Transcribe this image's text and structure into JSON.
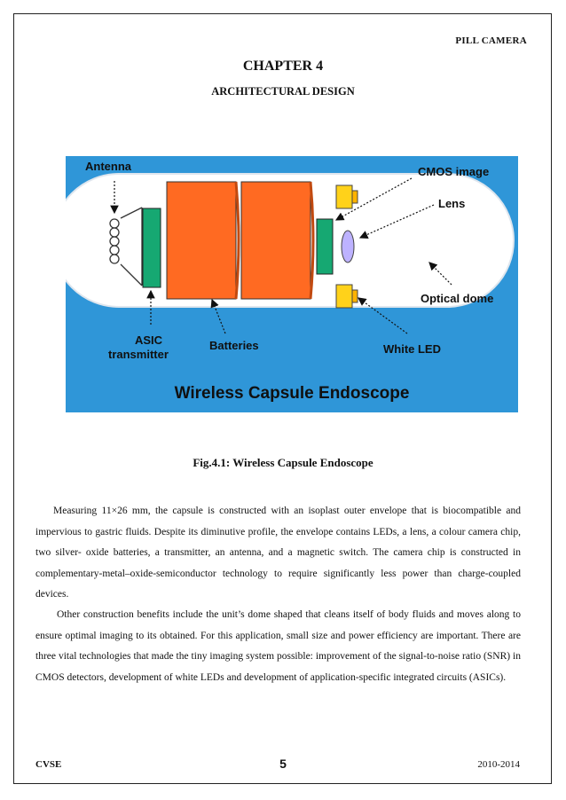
{
  "header": {
    "running_title": "PILL CAMERA"
  },
  "chapter": {
    "title": "CHAPTER 4",
    "section": "ARCHITECTURAL DESIGN"
  },
  "figure": {
    "background_color": "#2f96d8",
    "body_color": "#ffffff",
    "battery_color": "#ff6a22",
    "chip_color": "#16a872",
    "led_color": "#ffd21a",
    "lens_color": "#bdb2ff",
    "labels": {
      "antenna": "Antenna",
      "cmos": "CMOS image",
      "lens": "Lens",
      "optical_dome": "Optical dome",
      "asic_line1": "ASIC",
      "asic_line2": "transmitter",
      "batteries": "Batteries",
      "white_led": "White LED",
      "banner": "Wireless Capsule Endoscope"
    },
    "caption": "Fig.4.1: Wireless Capsule Endoscope"
  },
  "body": {
    "paragraph1": "Measuring 11×26 mm, the capsule is constructed with an isoplast outer envelope that is biocompatible and impervious to gastric fluids. Despite its diminutive profile, the envelope contains LEDs, a lens, a colour camera chip, two silver- oxide batteries, a transmitter, an antenna, and a magnetic switch. The camera chip is constructed in complementary-metal–oxide-semiconductor technology to require significantly less power than charge-coupled devices.",
    "paragraph2": "Other construction benefits include the unit’s dome shaped that cleans itself of body fluids and moves along to ensure optimal imaging to its obtained. For this application, small size and power efficiency are important. There are three vital technologies that made the tiny imaging system possible: improvement of the signal-to-noise ratio (SNR) in CMOS detectors, development of white LEDs and development of application-specific integrated circuits (ASICs)."
  },
  "footer": {
    "left": "CVSE",
    "page_number": "5",
    "right": "2010-2014"
  }
}
